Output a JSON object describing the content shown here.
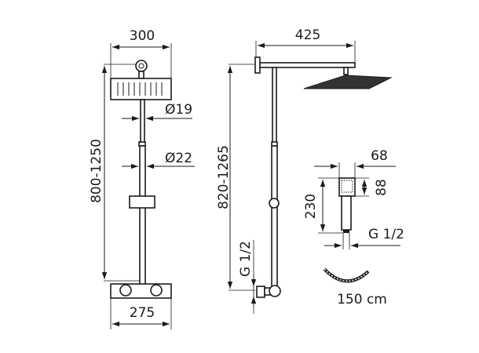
{
  "figures": {
    "front": {
      "width_head": "300",
      "height": "800-1250",
      "diameter_upper": "Ø19",
      "diameter_lower": "Ø22",
      "width_base": "275"
    },
    "side": {
      "arm_length": "425",
      "height": "820-1265",
      "inlet": "G 1/2"
    },
    "hand_shower": {
      "head_width": "68",
      "head_height": "88",
      "length": "230",
      "connection": "G 1/2"
    },
    "hose": {
      "length": "150 cm"
    }
  }
}
